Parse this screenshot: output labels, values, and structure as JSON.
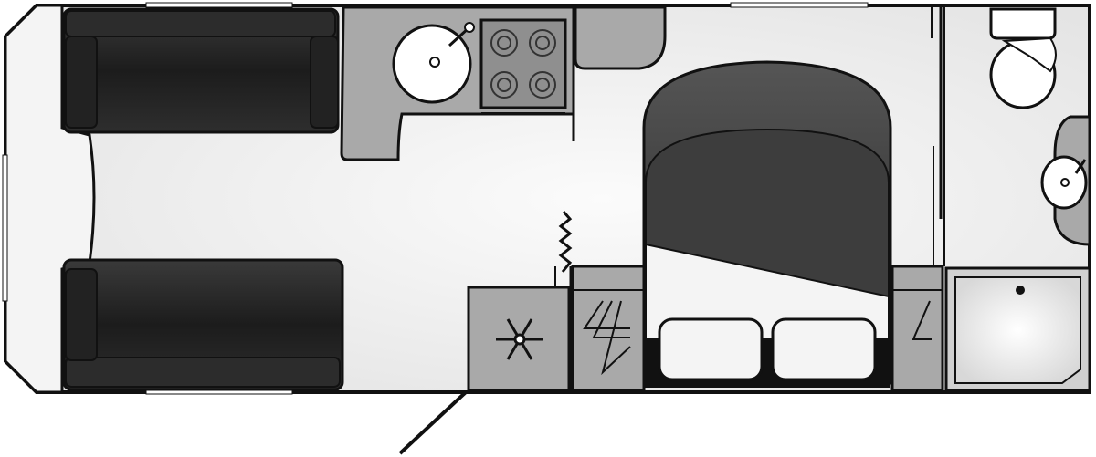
{
  "diagram": {
    "kind": "caravan-floor-plan",
    "colors": {
      "outline": "#111111",
      "floor": "#f2f2f2",
      "floor_light": "#fafafa",
      "furniture": "#a9a9a9",
      "furniture_dark": "#8f8f8f",
      "upholstery": "#262626",
      "upholstery_mid": "#3a3a3a",
      "bedding": "#3d3d3d",
      "pillow": "#f4f4f4",
      "fixture": "#ffffff"
    },
    "zones": [
      {
        "id": "front-lounge",
        "features": [
          "seat-sofa-left",
          "seat-sofa-right"
        ]
      },
      {
        "id": "kitchen",
        "features": [
          "round-sink",
          "four-burner-hob",
          "worktop"
        ]
      },
      {
        "id": "entrance",
        "features": [
          "entry-door"
        ]
      },
      {
        "id": "fridge",
        "features": [
          "snowflake-icon"
        ]
      },
      {
        "id": "bedroom",
        "features": [
          "island-bed",
          "pillows",
          "wardrobes"
        ]
      },
      {
        "id": "washroom",
        "features": [
          "toilet",
          "wash-basin",
          "shower-tray"
        ]
      }
    ],
    "icons": [
      "snowflake-icon",
      "clothes-hanger-icon",
      "gas-ring-icon",
      "toilet-icon",
      "basin-icon",
      "shower-drain-icon"
    ]
  }
}
